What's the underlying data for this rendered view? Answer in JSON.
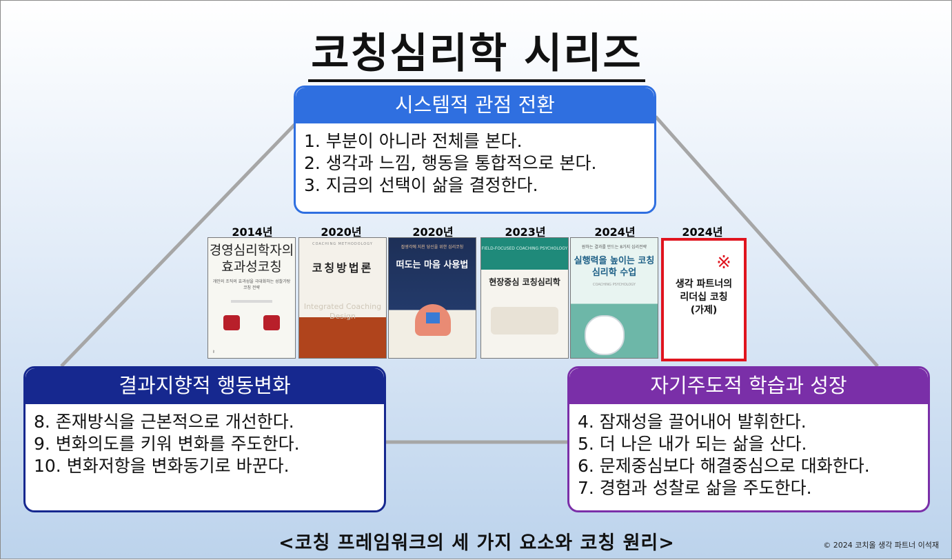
{
  "title": "코칭심리학 시리즈",
  "boxes": {
    "top": {
      "header": "시스템적 관점 전환",
      "items": [
        "1. 부분이 아니라 전체를 본다.",
        "2. 생각과 느낌, 행동을 통합적으로 본다.",
        "3. 지금의 선택이 삶을 결정한다."
      ],
      "color": "#2f6fe0"
    },
    "left": {
      "header": "결과지향적 행동변화",
      "items": [
        "8. 존재방식을 근본적으로 개선한다.",
        "9. 변화의도를 키워 변화를 주도한다.",
        "10. 변화저항을 변화동기로 바꾼다."
      ],
      "color": "#16288f"
    },
    "right": {
      "header": "자기주도적 학습과 성장",
      "items": [
        "4. 잠재성을 끌어내어 발휘한다.",
        "5. 더 나은 내가 되는 삶을 산다.",
        "6. 문제중심보다 해결중심으로 대화한다.",
        "7. 경험과 성찰로 삶을 주도한다."
      ],
      "color": "#7a2fa8"
    }
  },
  "books": [
    {
      "year": "2014년",
      "title": "경영심리학자의 효과성코칭",
      "subtitle": "개인의 조직의 효과성을 극대화하는 성찰가탕 코칭 전략"
    },
    {
      "year": "2020년",
      "title": "코칭방법론",
      "english": "Integrated Coaching Design",
      "top_text": "COACHING METHODOLOGY"
    },
    {
      "year": "2020년",
      "title": "떠도는 마음 사용법",
      "top_text": "잡생각에 지친 당신을 위한 심리코칭"
    },
    {
      "year": "2023년",
      "title": "현장중심 코칭심리학",
      "top_text": "FIELD-FOCUSED COACHING PSYCHOLOGY"
    },
    {
      "year": "2024년",
      "title": "실행력을 높이는 코칭심리학 수업",
      "top_text": "원하는 결과를 만드는 8가지 심리전략",
      "english": "COACHING PSYCHOLOGY"
    },
    {
      "year": "2024년",
      "mark": "※",
      "title_lines": [
        "생각 파트너의",
        "리더십 코칭",
        "(가제)"
      ]
    }
  ],
  "caption": "<코칭 프레임워크의 세 가지 요소와 코칭 원리>",
  "copyright": "© 2024 코치올 생각 파트너 이석재",
  "colors": {
    "highlight": "#e0141e",
    "connector": "#a6a6a6"
  }
}
